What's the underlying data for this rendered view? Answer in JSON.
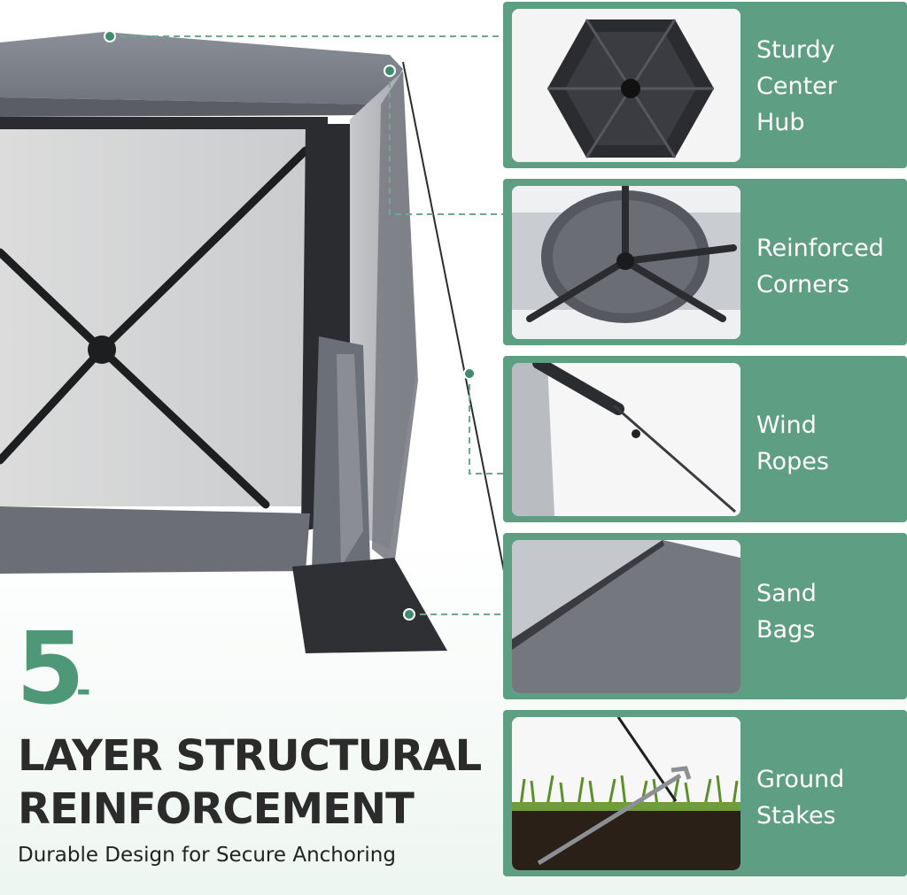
{
  "headline": {
    "number": "5",
    "dash": "-",
    "line1": "LAYER STRUCTURAL",
    "line2": "REINFORCEMENT",
    "subtitle": "Durable Design for Secure Anchoring"
  },
  "features": [
    {
      "line1": "Sturdy",
      "line2": "Center",
      "line3": "Hub",
      "icon": "center-hub-photo"
    },
    {
      "line1": "Reinforced",
      "line2": "Corners",
      "line3": "",
      "icon": "reinforced-corner-photo"
    },
    {
      "line1": "Wind",
      "line2": "Ropes",
      "line3": "",
      "icon": "wind-rope-photo"
    },
    {
      "line1": "Sand",
      "line2": "Bags",
      "line3": "",
      "icon": "sand-bag-photo"
    },
    {
      "line1": "Ground",
      "line2": "Stakes",
      "line3": "",
      "icon": "ground-stake-photo"
    }
  ],
  "colors": {
    "accent": "#5e9e82",
    "headline_number": "#4e9878",
    "headline_text": "#2b2b2b",
    "tent_fabric": "#6d7078",
    "tent_dark": "#2a2c30"
  }
}
